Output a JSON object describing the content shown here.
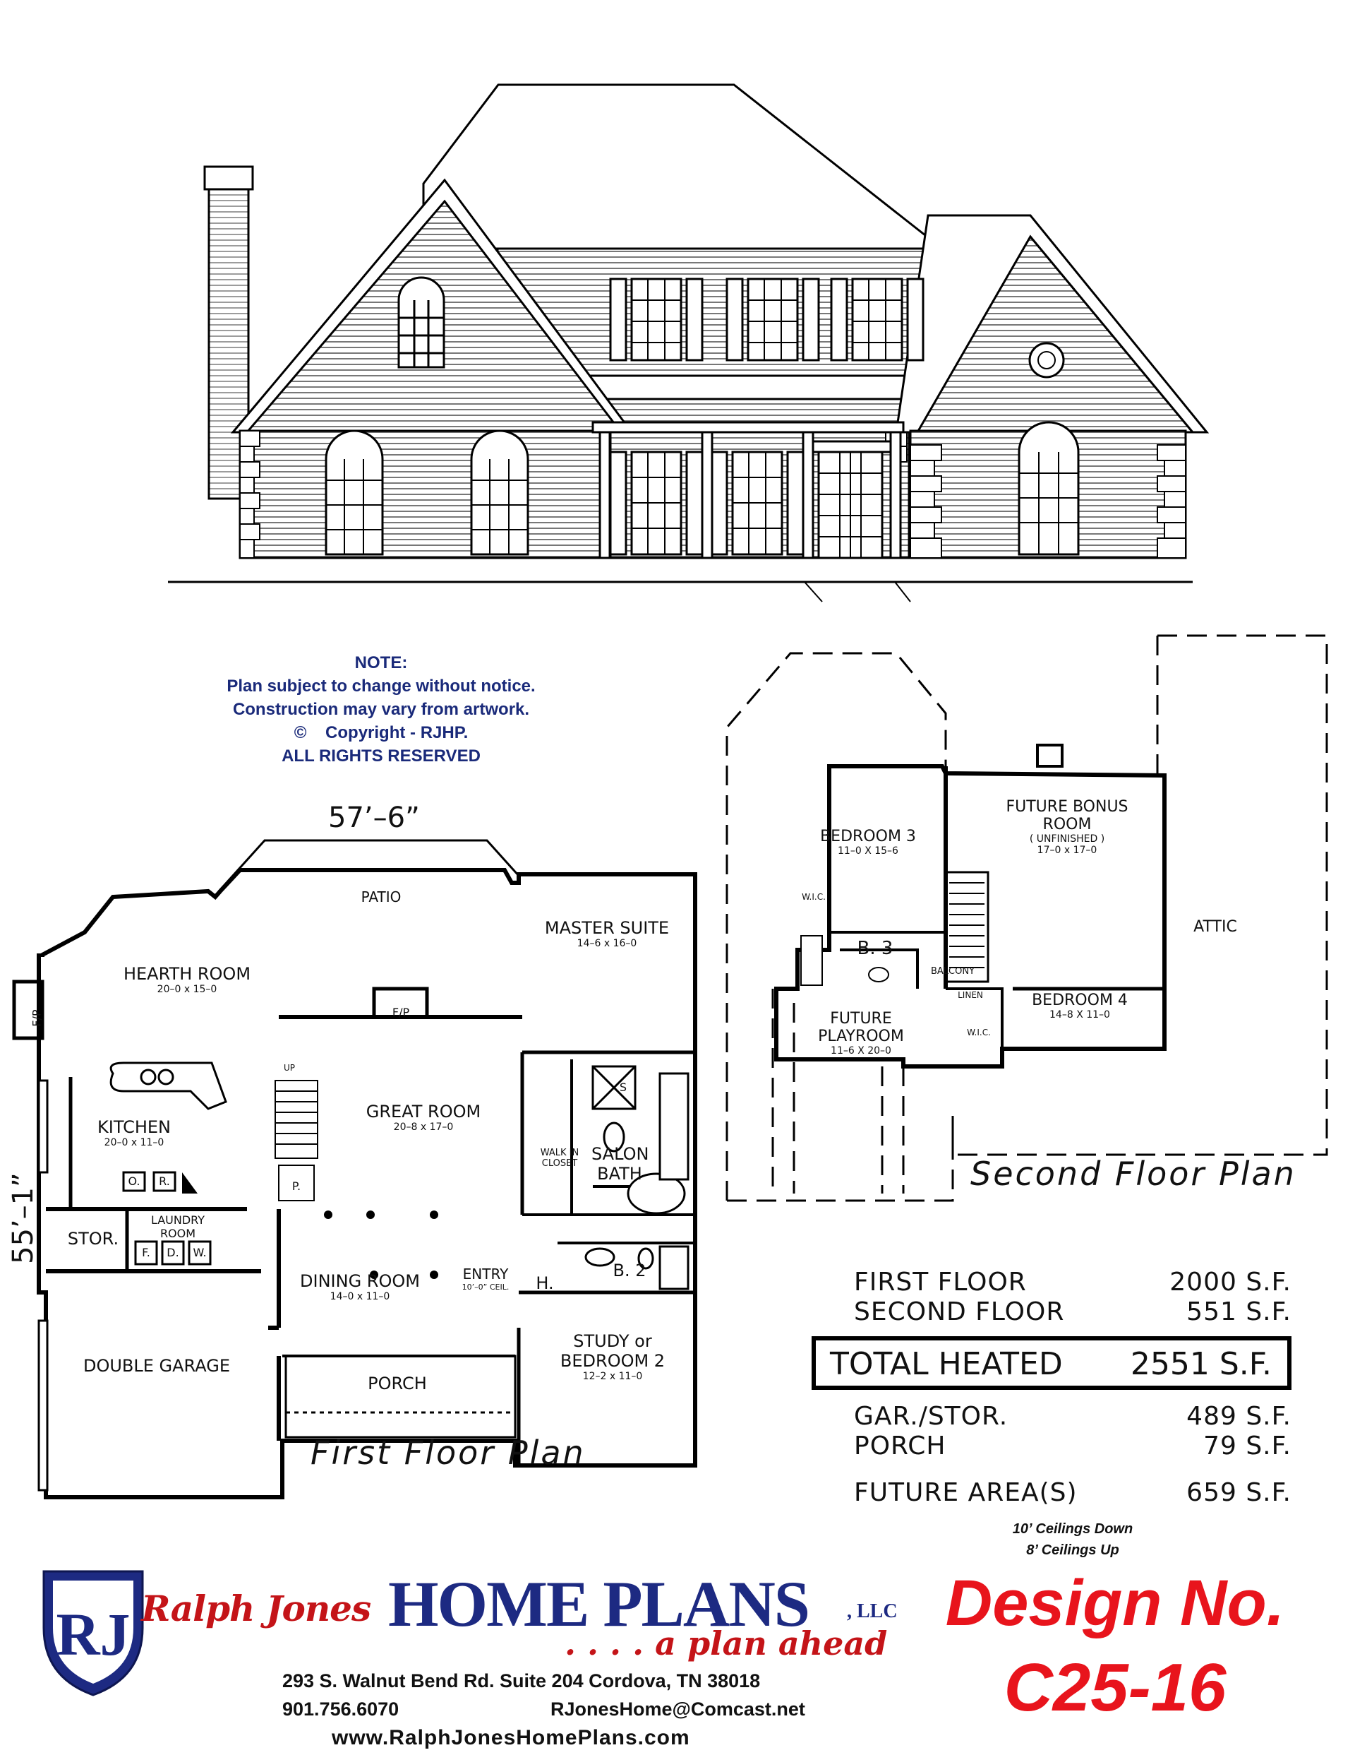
{
  "note": {
    "title": "NOTE:",
    "line1": "Plan subject to change without notice.",
    "line2": "Construction may vary from artwork.",
    "line3": "Copyright - RJHP.",
    "copyright_symbol": "©",
    "line4": "ALL RIGHTS RESERVED"
  },
  "first_floor": {
    "caption": "First Floor Plan",
    "width_dim": "57’–6”",
    "depth_dim": "55’–1”",
    "rooms": [
      {
        "name": "PATIO",
        "dim": ""
      },
      {
        "name": "HEARTH ROOM",
        "dim": "20–0 x 15–0"
      },
      {
        "name": "F/P",
        "dim": ""
      },
      {
        "name": "F/P",
        "dim": ""
      },
      {
        "name": "MASTER SUITE",
        "dim": "14–6 x 16–0"
      },
      {
        "name": "KITCHEN",
        "dim": "20–0 x 11–0"
      },
      {
        "name": "GREAT ROOM",
        "dim": "20–8 x 17–0"
      },
      {
        "name": "SALON BATH",
        "dim": ""
      },
      {
        "name": "WALK IN CLOSET",
        "dim": ""
      },
      {
        "name": "STOR.",
        "dim": ""
      },
      {
        "name": "LAUNDRY ROOM",
        "dim": ""
      },
      {
        "name": "DINING ROOM",
        "dim": "14–0 x 11–0"
      },
      {
        "name": "ENTRY",
        "dim": "10’–0” CEIL."
      },
      {
        "name": "B. 2",
        "dim": ""
      },
      {
        "name": "H.",
        "dim": ""
      },
      {
        "name": "DOUBLE GARAGE",
        "dim": ""
      },
      {
        "name": "PORCH",
        "dim": ""
      },
      {
        "name": "STUDY or BEDROOM 2",
        "dim": "12–2 x 11–0"
      }
    ],
    "appliances": {
      "oven": "O.",
      "refrigerator": "R.",
      "freezer": "F.",
      "dryer": "D.",
      "washer": "W.",
      "pantry": "P.",
      "stair_up": "UP",
      "shower": "S"
    }
  },
  "second_floor": {
    "caption": "Second Floor Plan",
    "rooms": [
      {
        "name": "BEDROOM 3",
        "dim": "11–0 X 15–6"
      },
      {
        "name": "FUTURE BONUS ROOM",
        "sub": "( UNFINISHED )",
        "dim": "17–0 x 17–0"
      },
      {
        "name": "W.I.C.",
        "dim": ""
      },
      {
        "name": "B. 3",
        "dim": ""
      },
      {
        "name": "ATTIC",
        "dim": ""
      },
      {
        "name": "BALCONY",
        "dim": ""
      },
      {
        "name": "LINEN",
        "dim": ""
      },
      {
        "name": "BEDROOM 4",
        "dim": "14–8 X 11–0"
      },
      {
        "name": "W.I.C.",
        "dim": ""
      },
      {
        "name": "FUTURE PLAYROOM",
        "dim": "11–6 X 20–0"
      }
    ]
  },
  "areas": {
    "first_floor": {
      "label": "FIRST FLOOR",
      "value": "2000 S.F."
    },
    "second_floor": {
      "label": "SECOND FLOOR",
      "value": "551 S.F."
    },
    "total": {
      "label": "TOTAL HEATED",
      "value": "2551 S.F."
    },
    "garage": {
      "label": "GAR./STOR.",
      "value": "489 S.F."
    },
    "porch": {
      "label": "PORCH",
      "value": "79 S.F."
    },
    "future": {
      "label": "FUTURE AREA(S)",
      "value": "659 S.F."
    }
  },
  "ceilings": {
    "down": "10’ Ceilings Down",
    "up": "8’ Ceilings Up"
  },
  "brand": {
    "logo_letters": "RJ",
    "script": "Ralph Jones",
    "name": "HOME PLANS",
    "suffix": ", LLC",
    "tagline": ". . . . a plan ahead",
    "address": "293 S. Walnut Bend Rd.   Suite 204   Cordova, TN 38018",
    "phone": "901.756.6070",
    "email": "RJonesHome@Comcast.net",
    "website": "www.RalphJonesHomePlans.com",
    "colors": {
      "blue": "#1d2a82",
      "red": "#e8141c"
    }
  },
  "design": {
    "label": "Design No.",
    "number": "C25-16"
  }
}
